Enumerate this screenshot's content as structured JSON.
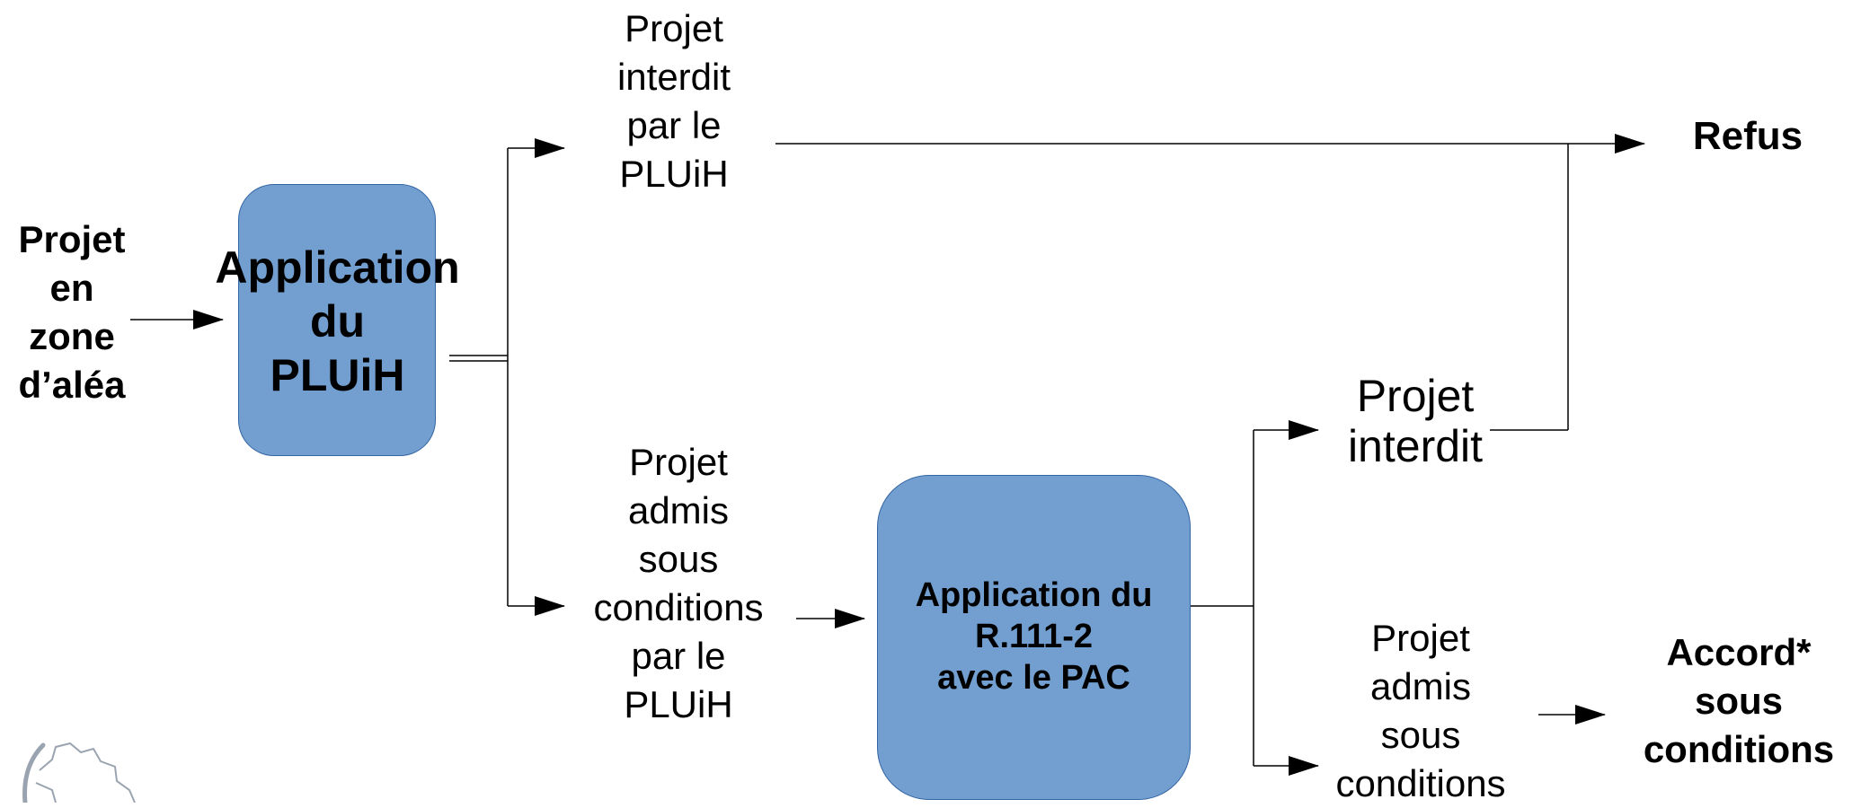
{
  "nodes": {
    "input_label": "Projet\nen\nzone\nd’aléa",
    "pluih_box_label": "Application\ndu\nPLUiH",
    "forbidden_pluih": "Projet\ninterdit\npar le\nPLUiH",
    "conditional_pluih": "Projet\nadmis\nsous\nconditions\npar le\nPLUiH",
    "r111_box_label": "Application du\nR.111-2\navec le PAC",
    "forbidden_r111": "Projet\ninterdit",
    "conditional_r111": "Projet\nadmis\nsous\nconditions",
    "outcome_refusal": "Refus",
    "outcome_agreement": "Accord*\nsous\nconditions"
  },
  "colors": {
    "box_fill": "#729fcf",
    "box_border": "#3465a4",
    "line": "#000000",
    "logo": "#9aa4b0"
  },
  "icons": {
    "logo": "gear-logo-icon"
  }
}
